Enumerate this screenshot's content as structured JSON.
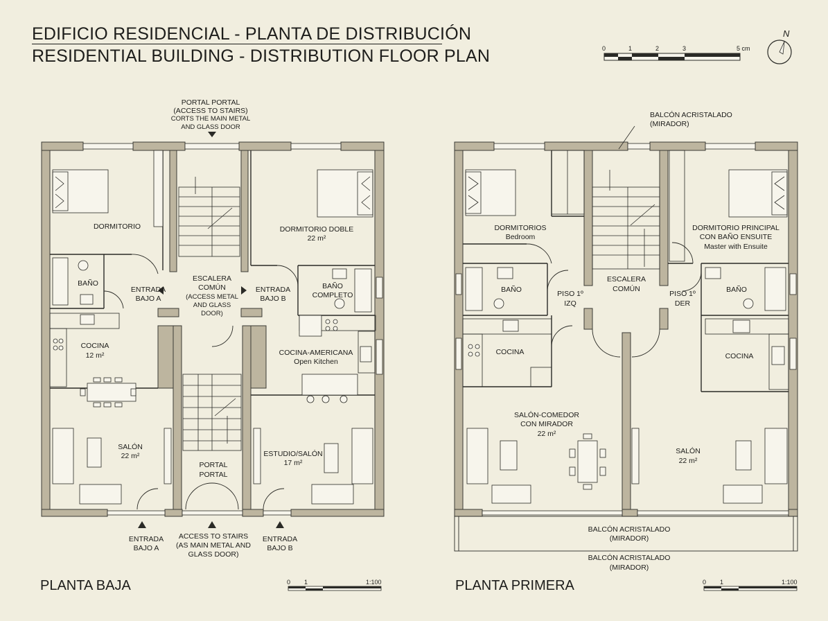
{
  "titles": {
    "spanish": "EDIFICIO RESIDENCIAL - PLANTA DE DISTRIBUCIÓN",
    "english": "RESIDENTIAL BUILDING - DISTRIBUTION FLOOR PLAN"
  },
  "north": "N",
  "main_scale": {
    "ticks": [
      "0",
      "1",
      "2",
      "3",
      "5 cm"
    ]
  },
  "plans": {
    "ground": {
      "name": "PLANTA BAJA",
      "scale": {
        "ticks": [
          "0",
          "1"
        ],
        "ratio": "1:100"
      },
      "rooms": {
        "dormitorio": "DORMITORIO",
        "dormitorio_doble": "DORMITORIO DOBLE",
        "dormitorio_doble_area": "22 m²",
        "bano_left": "BAÑO",
        "entrada_a": [
          "ENTRADA",
          "BAJO A"
        ],
        "escalera": [
          "ESCALERA",
          "COMÚN",
          "(ACCESS METAL",
          "AND GLASS",
          "DOOR)"
        ],
        "entrada_b": [
          "ENTRADA",
          "BAJO B"
        ],
        "bano_completo": [
          "BAÑO",
          "COMPLETO"
        ],
        "cocina": "COCINA",
        "cocina_area": "12 m²",
        "cocina_americana": "COCINA-AMERICANA",
        "open_kitchen": "Open Kitchen",
        "salon": "SALÓN",
        "salon_area": "22 m²",
        "portal": [
          "PORTAL",
          "PORTAL"
        ],
        "estudio": "ESTUDIO/SALÓN",
        "estudio_area": "17 m²"
      },
      "annotations": {
        "top_portal": [
          "PORTAL PORTAL",
          "(ACCESS TO STAIRS)",
          "CORTS THE MAIN METAL",
          "AND GLASS DOOR"
        ],
        "bottom_entrada_a": [
          "ENTRADA",
          "BAJO A"
        ],
        "bottom_access": [
          "ACCESS TO STAIRS",
          "(AS MAIN METAL AND",
          "GLASS DOOR)"
        ],
        "bottom_entrada_b": [
          "ENTRADA",
          "BAJO B"
        ]
      }
    },
    "first": {
      "name": "PLANTA PRIMERA",
      "scale": {
        "ticks": [
          "0",
          "1"
        ],
        "ratio": "1:100"
      },
      "rooms": {
        "dormitorios": "DORMITORIOS",
        "bedroom": "Bedroom",
        "escalera": [
          "ESCALERA",
          "COMÚN"
        ],
        "dormitorio_principal": [
          "DORMITORIO PRINCIPAL",
          "CON BAÑO ENSUITE"
        ],
        "master": "Master with Ensuite",
        "bano_left": "BAÑO",
        "piso_izq": [
          "PISO 1º",
          "IZQ"
        ],
        "piso_der": [
          "PISO 1º",
          "DER"
        ],
        "bano_right": "BAÑO",
        "cocina_left": "COCINA",
        "cocina_right": "COCINA",
        "salon_comedor": [
          "SALÓN-COMEDOR",
          "CON MIRADOR"
        ],
        "salon_comedor_area": "22 m²",
        "salon": "SALÓN",
        "salon_area": "22 m²"
      },
      "annotations": {
        "top_balcon": [
          "BALCÓN ACRISTALADO",
          "(MIRADOR)"
        ],
        "balcon_1": [
          "BALCÓN ACRISTALADO",
          "(MIRADOR)"
        ],
        "balcon_2": [
          "BALCÓN ACRISTALADO",
          "(MIRADOR)"
        ]
      }
    }
  },
  "colors": {
    "background": "#f1eedf",
    "wall": "#b8b09a",
    "wall_outline": "#3a3a34",
    "line": "#2a2a26",
    "furniture": "#f7f5ec"
  }
}
